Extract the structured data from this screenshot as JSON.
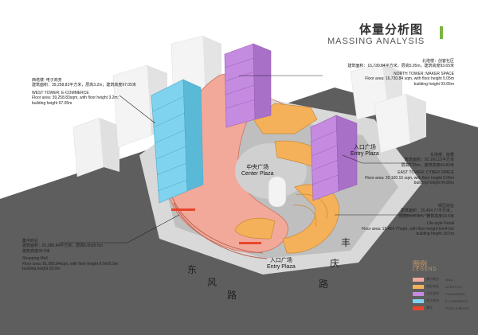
{
  "header": {
    "title_cn": "体量分析图",
    "title_en": "MASSING ANALYSIS",
    "accent": "#7cb342"
  },
  "west_tower": {
    "cn_name": "西塔楼: 电子商务",
    "cn_detail": "建筑面积：39,258.83平方米，层高3.2m；建筑高度97.05米",
    "en_name": "WEST TOWER: E-COMMERCE",
    "en_area": "Floor area: 39,258.83sqm, with floor height 3.2m;",
    "en_height": "building height 97.05m"
  },
  "north_tower": {
    "cn_name": "北塔楼：创客社区",
    "cn_detail": "建筑面积：16,730.84平方米，层高5.05m，建筑高度93.65米",
    "en_name": "NORTH TOWER: MAKER SPACE",
    "en_area": "Floor area: 16,730.84 sqm, with floor height 5.05m",
    "en_height": "building height 93.65m"
  },
  "east_tower": {
    "cn_name": "东塔楼：能量",
    "cn_area": "建筑面积：20,160.15平方米",
    "cn_floor": "层高5.05m，建筑高度94.80米",
    "en_name": "EAST TOWER: CYBER SPACE",
    "en_area": "Floor area: 20,160.15 sqm, with floor height 5.05m",
    "en_height": "building height 94.80m"
  },
  "retail": {
    "cn_name": "街区商业",
    "cn_area": "建筑面积：15,454.77平方米，",
    "cn_floor": "层高5m/4.5m，建筑高度18.5米",
    "en_name": "Life-style Retail",
    "en_area": "Floor area: 15,454.77sqm, with floor height 5m/4.5m",
    "en_height": "building height 18.5m"
  },
  "mall": {
    "cn_name": "集中商业",
    "cn_area": "建筑面积：81,085.84平方米，层高6.0m/5.5m",
    "cn_height": "建筑高度28.0米",
    "en_name": "Shopping Mall",
    "en_area": "Floor area: 81,085.84sqm, with floor height 6.0m/5.5m",
    "en_height": "building height 28.0m"
  },
  "labels": {
    "entry_north_cn": "入口广场",
    "entry_north_en": "Entry Plaza",
    "center_cn": "中央广场",
    "center_en": "Center Plaza",
    "entry_south_cn": "入口广场",
    "entry_south_en": "Entry Plaza"
  },
  "roads": {
    "east_road": [
      "东",
      "风",
      "路"
    ],
    "feng_road": [
      "丰",
      "庆",
      "路"
    ]
  },
  "legend": {
    "title_cn": "图例",
    "title_en": "LEGEND",
    "items": [
      {
        "cn": "集中商业",
        "en": "MALL",
        "color": "#f2a99a"
      },
      {
        "cn": "街区商业",
        "en": "LIFESTYLE",
        "color": "#f4b15a"
      },
      {
        "cn": "企业会所",
        "en": "CLUBHOUSE",
        "color": "#c58be0"
      },
      {
        "cn": "电子商务",
        "en": "E-COMMERCE",
        "color": "#7fd3ee"
      },
      {
        "cn": "餐饮",
        "en": "FOOD & BEVER",
        "color": "#e8452c"
      }
    ]
  }
}
